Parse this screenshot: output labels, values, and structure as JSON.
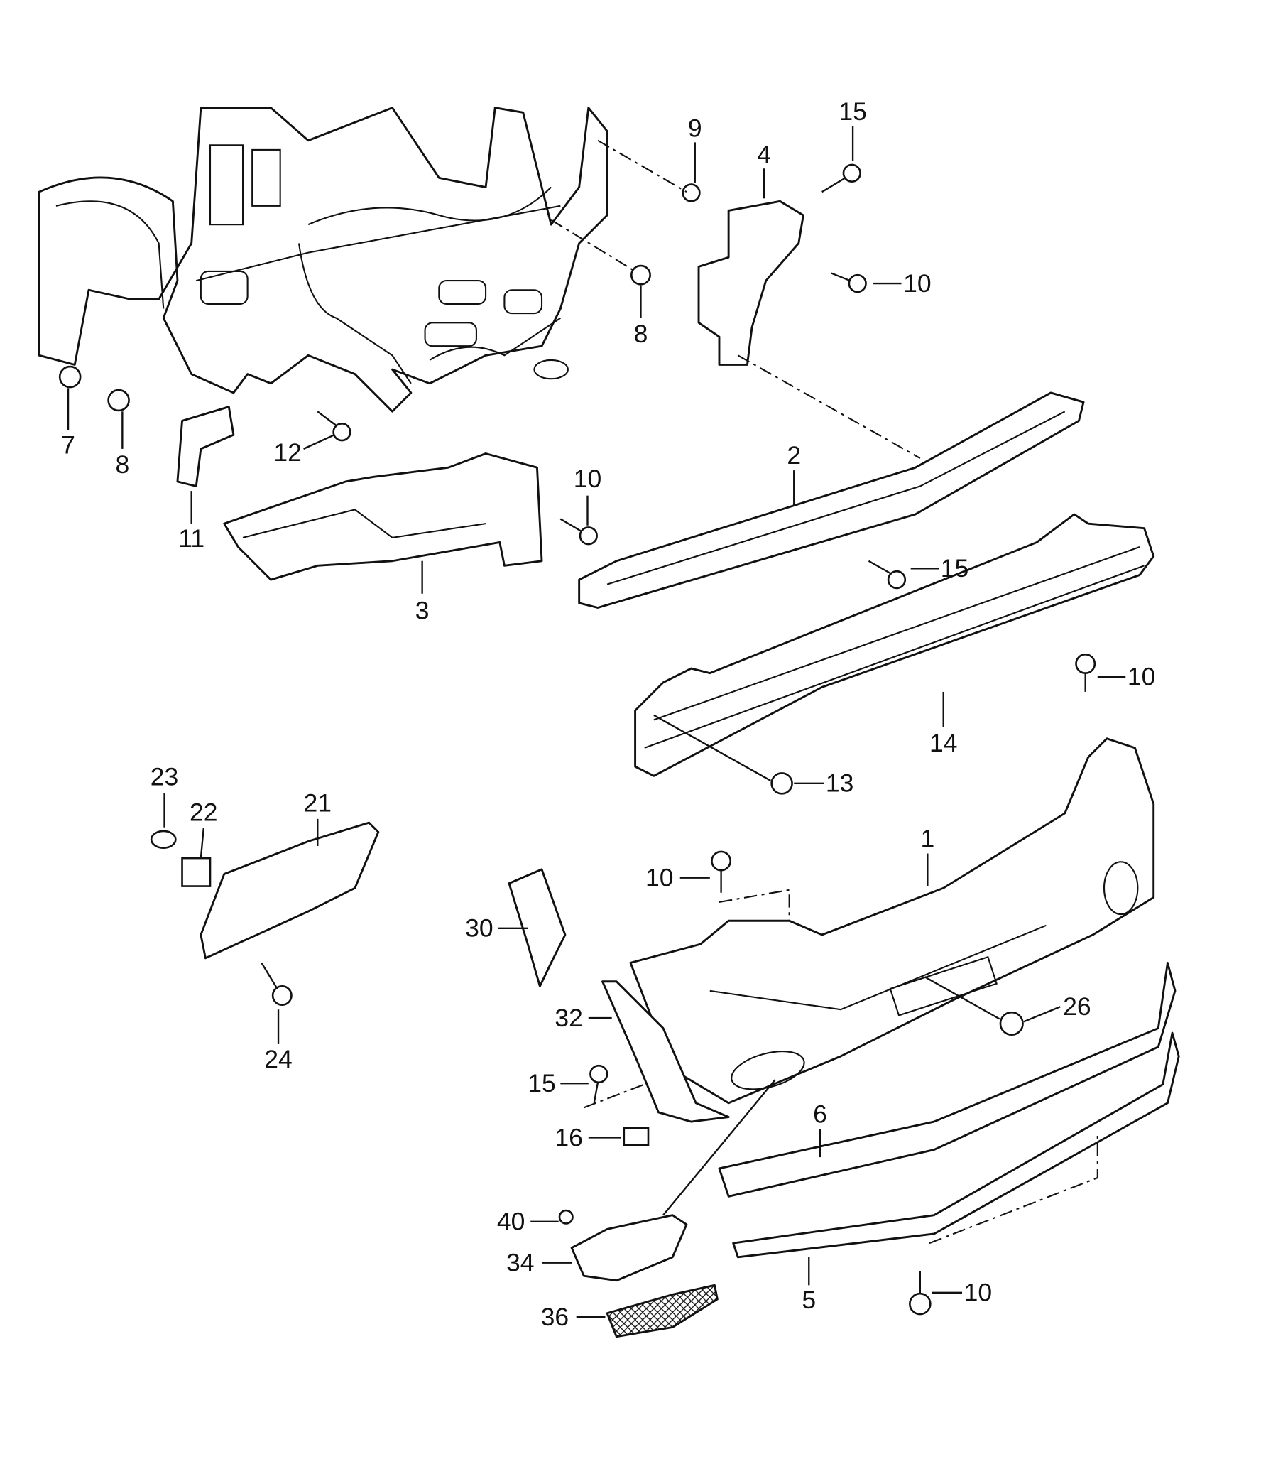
{
  "diagram": {
    "type": "exploded parts diagram - rear bumper assembly",
    "callouts": {
      "c15a": "15",
      "c9": "9",
      "c4": "4",
      "c10a": "10",
      "c8a": "8",
      "c7": "7",
      "c8b": "8",
      "c12": "12",
      "c11": "11",
      "c10b": "10",
      "c2": "2",
      "c15b": "15",
      "c3": "3",
      "c10c": "10",
      "c14": "14",
      "c13": "13",
      "c23": "23",
      "c22": "22",
      "c21": "21",
      "c1": "1",
      "c10d": "10",
      "c30": "30",
      "c26": "26",
      "c32": "32",
      "c24": "24",
      "c15c": "15",
      "c6": "6",
      "c16": "16",
      "c40": "40",
      "c34": "34",
      "c10e": "10",
      "c5": "5",
      "c36": "36"
    }
  }
}
